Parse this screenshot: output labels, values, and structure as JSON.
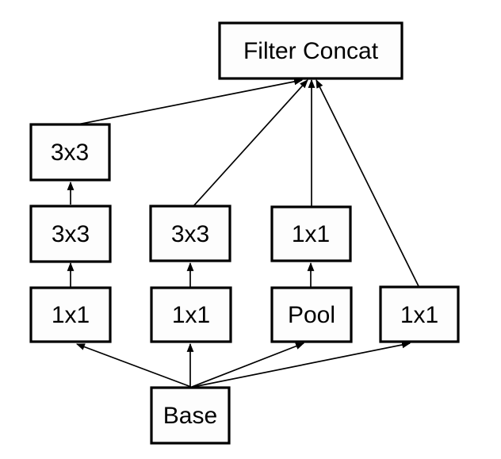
{
  "diagram": {
    "type": "flow-diagram",
    "description": "Inception-style module block diagram: four parallel branches from Base merging into Filter Concat",
    "colors": {
      "background": "#ffffff",
      "node_fill": "#fdfdfd",
      "stroke": "#000000",
      "text": "#000000"
    },
    "nodes": [
      {
        "id": "filter-concat",
        "label": "Filter Concat"
      },
      {
        "id": "b1-3x3-top",
        "label": "3x3"
      },
      {
        "id": "b1-3x3-mid",
        "label": "3x3"
      },
      {
        "id": "b1-1x1",
        "label": "1x1"
      },
      {
        "id": "b2-3x3",
        "label": "3x3"
      },
      {
        "id": "b2-1x1",
        "label": "1x1"
      },
      {
        "id": "b3-1x1",
        "label": "1x1"
      },
      {
        "id": "b3-pool",
        "label": "Pool"
      },
      {
        "id": "b4-1x1",
        "label": "1x1"
      },
      {
        "id": "base",
        "label": "Base"
      }
    ],
    "edges": [
      {
        "from": "b1-3x3-top",
        "to": "filter-concat"
      },
      {
        "from": "b2-3x3",
        "to": "filter-concat"
      },
      {
        "from": "b3-1x1",
        "to": "filter-concat"
      },
      {
        "from": "b4-1x1",
        "to": "filter-concat"
      },
      {
        "from": "b1-3x3-mid",
        "to": "b1-3x3-top"
      },
      {
        "from": "b1-1x1",
        "to": "b1-3x3-mid"
      },
      {
        "from": "b2-1x1",
        "to": "b2-3x3"
      },
      {
        "from": "b3-pool",
        "to": "b3-1x1"
      },
      {
        "from": "base",
        "to": "b1-1x1"
      },
      {
        "from": "base",
        "to": "b2-1x1"
      },
      {
        "from": "base",
        "to": "b3-pool"
      },
      {
        "from": "base",
        "to": "b4-1x1"
      }
    ]
  }
}
